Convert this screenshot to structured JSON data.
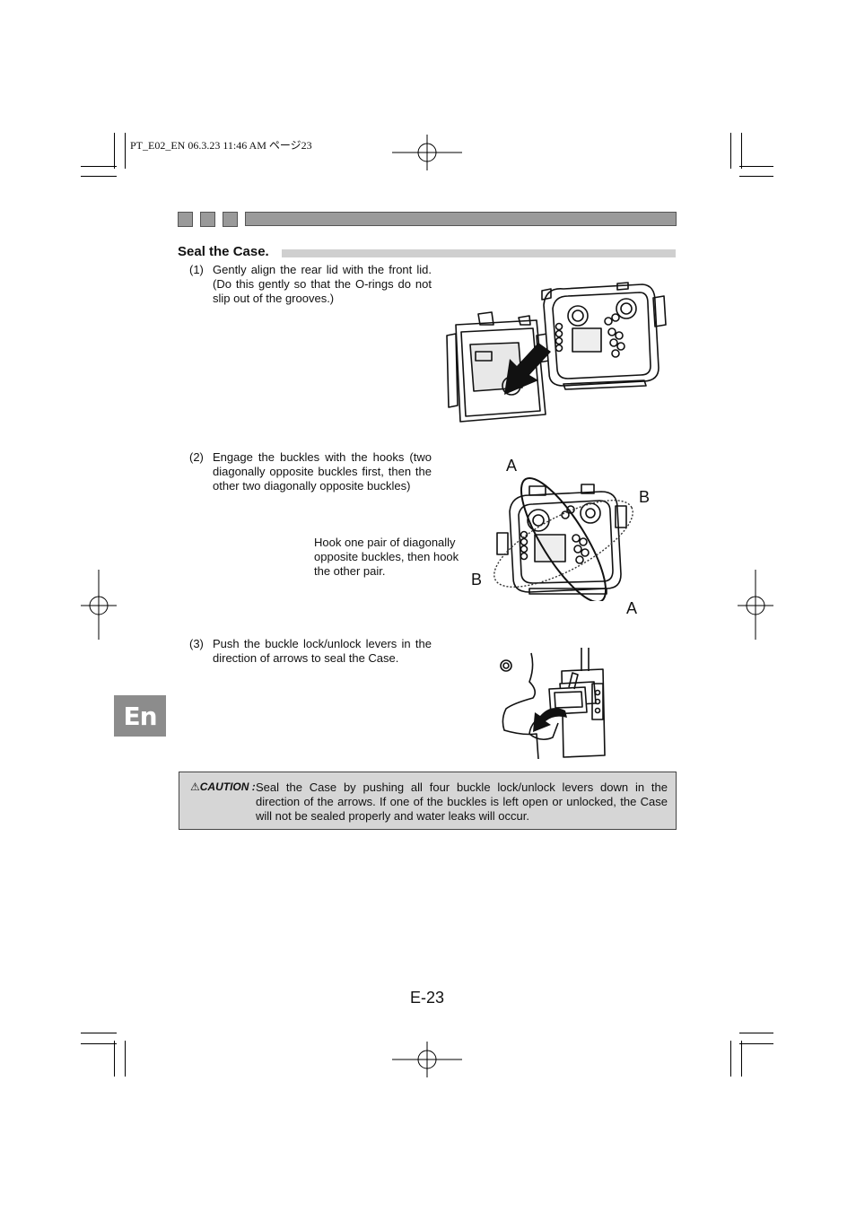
{
  "print_meta": "PT_E02_EN 06.3.23 11:46 AM ページ23",
  "section": {
    "title": "Seal the Case."
  },
  "steps": [
    {
      "num": "(1)",
      "text": "Gently align the rear lid with the front lid. (Do this gently so that the O-rings do not slip out of the grooves.)"
    },
    {
      "num": "(2)",
      "text": "Engage the buckles with the hooks (two diagonally opposite buckles first, then the other two diagonally opposite buckles)"
    },
    {
      "num": "(3)",
      "text": "Push the buckle lock/unlock levers in the direction of arrows to seal the Case."
    }
  ],
  "figure2": {
    "note": "Hook one pair of diagonally opposite buckles, then hook the other pair.",
    "labels": {
      "a_top": "A",
      "b_right": "B",
      "b_left": "B",
      "a_bottom": "A"
    }
  },
  "lang_tab": "En",
  "caution": {
    "label": "CAUTION :",
    "text": "Seal the Case by pushing all four buckle lock/unlock levers down in the direction of the arrows.  If one of the buckles is left open or unlocked, the Case will not be sealed properly and water leaks will occur."
  },
  "page_number": "E-23",
  "colors": {
    "bar_gray": "#9a9a9a",
    "title_bar": "#cfcfcf",
    "caution_bg": "#d6d6d6",
    "tab_gray": "#8c8c8c"
  }
}
